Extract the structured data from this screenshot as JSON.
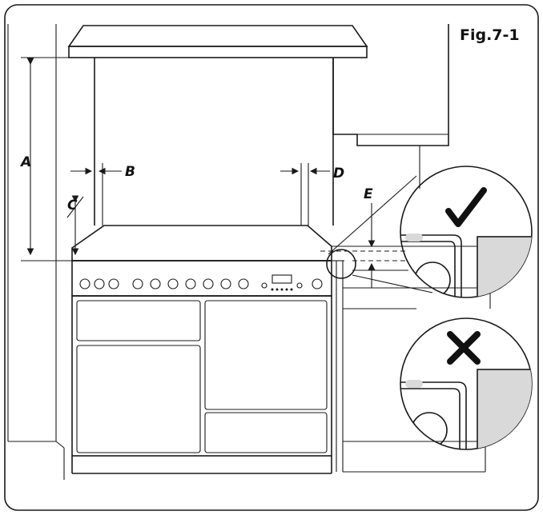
{
  "figure_label": "Fig.7-1",
  "labels": {
    "a": "A",
    "b": "B",
    "c": "C",
    "d": "D",
    "e": "E"
  },
  "colors": {
    "stroke": "#1a1a1a",
    "fill_grey": "#d9d9d9",
    "check": "#111111",
    "background": "#ffffff"
  },
  "icons": {
    "correct": "checkmark-icon",
    "incorrect": "cross-icon"
  }
}
